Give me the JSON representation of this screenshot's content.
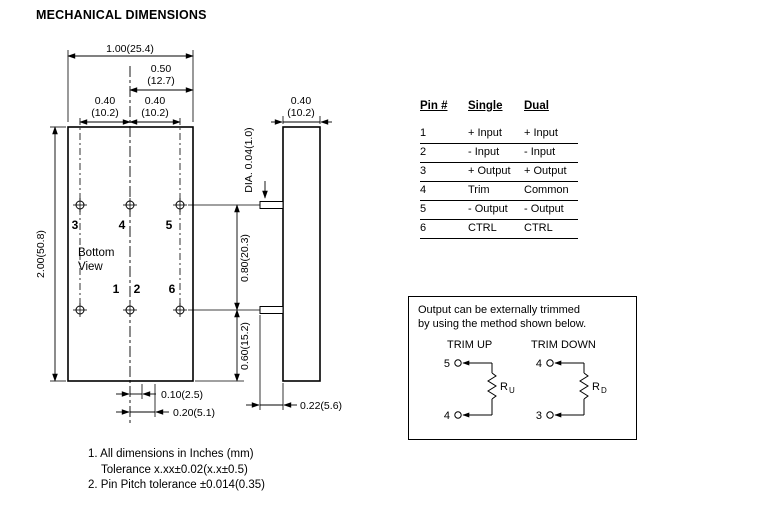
{
  "title": "MECHANICAL DIMENSIONS",
  "drawing": {
    "view_label": [
      "Bottom",
      "View"
    ],
    "pins_top": [
      "3",
      "4",
      "5"
    ],
    "pins_bottom": [
      "1",
      "2",
      "6"
    ],
    "dims": {
      "overall_width": "1.00(25.4)",
      "half_width": [
        "0.50",
        "(12.7)"
      ],
      "pitch_left": [
        "0.40",
        "(10.2)"
      ],
      "pitch_right": [
        "0.40",
        "(10.2)"
      ],
      "side_width": [
        "0.40",
        "(10.2)"
      ],
      "pin_dia": "DIA. 0.04(1.0)",
      "overall_height": "2.00(50.8)",
      "row_span": "0.80(20.3)",
      "bottom_span": "0.60(15.2)",
      "offset_small": "0.10(2.5)",
      "offset_large": "0.20(5.1)",
      "pin_length": "0.22(5.6)"
    }
  },
  "pin_table": {
    "headers": [
      "Pin #",
      "Single",
      "Dual"
    ],
    "rows": [
      [
        "1",
        "+ Input",
        "+ Input"
      ],
      [
        "2",
        "- Input",
        "- Input"
      ],
      [
        "3",
        "+ Output",
        "+ Output"
      ],
      [
        "4",
        "Trim",
        "Common"
      ],
      [
        "5",
        "- Output",
        "- Output"
      ],
      [
        "6",
        "CTRL",
        "CTRL"
      ]
    ]
  },
  "trim_note": {
    "line1": "Output can be externally trimmed",
    "line2": "by using the method shown below.",
    "trim_up": {
      "label": "TRIM UP",
      "top_pin": "5",
      "bottom_pin": "4",
      "r": "R",
      "r_sub": "U"
    },
    "trim_down": {
      "label": "TRIM DOWN",
      "top_pin": "4",
      "bottom_pin": "3",
      "r": "R",
      "r_sub": "D"
    }
  },
  "notes": [
    "1. All dimensions in Inches (mm)",
    "Tolerance x.xx±0.02(x.x±0.5)",
    "2. Pin Pitch tolerance ±0.014(0.35)"
  ]
}
